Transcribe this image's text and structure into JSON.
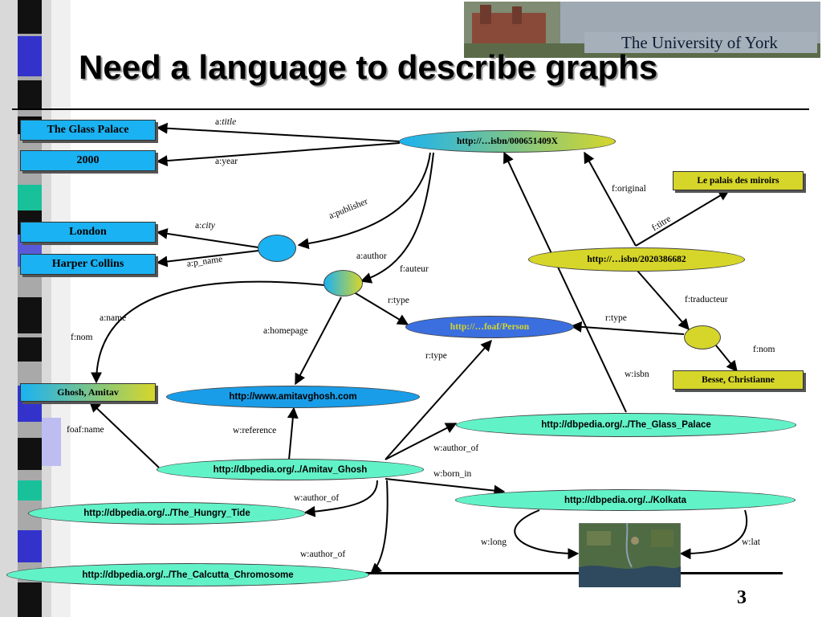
{
  "slide": {
    "title": "Need a language to describe graphs",
    "page_number": "3",
    "logo_text": "The University of York"
  },
  "colors": {
    "literal_box": "#1ab2f2",
    "french_literal_box": "#d6d62a",
    "dbpedia_node": "#62f2c8",
    "foaf_person_node": "#3b6fe0",
    "edge": "#000000"
  },
  "nodes": {
    "isbn_000651409X": "http://…isbn/000651409X",
    "isbn_2020386682": "http://…isbn/2020386682",
    "foaf_person": "http://…foaf/Person",
    "amitavghosh_com": "http://www.amitavghosh.com",
    "dbpedia_glass_palace": "http://dbpedia.org/../The_Glass_Palace",
    "dbpedia_amitav_ghosh": "http://dbpedia.org/../Amitav_Ghosh",
    "dbpedia_kolkata": "http://dbpedia.org/../Kolkata",
    "dbpedia_hungry_tide": "http://dbpedia.org/../The_Hungry_Tide",
    "dbpedia_calcutta_chromosome": "http://dbpedia.org/../The_Calcutta_Chromosome"
  },
  "literals": {
    "glass_palace": "The Glass Palace",
    "year_2000": "2000",
    "london": "London",
    "harper_collins": "Harper Collins",
    "ghosh_amitav": "Ghosh, Amitav",
    "le_palais": "Le palais des miroirs",
    "besse": "Besse, Christianne"
  },
  "edge_labels": {
    "a_title_prefix": "a:",
    "a_title_italic": "title",
    "a_year": "a:year",
    "a_publisher": "a:publisher",
    "a_city_prefix": "a:",
    "a_city_italic": "city",
    "a_p_name": "a:p_name",
    "a_author": "a:author",
    "f_auteur": "f:auteur",
    "r_type_1": "r:type",
    "a_name": "a:name",
    "f_nom_1": "f:nom",
    "a_homepage": "a:homepage",
    "r_type_2": "r:type",
    "f_original": "f:original",
    "f_titre": "f:titre",
    "f_traducteur": "f:traducteur",
    "r_type_3": "r:type",
    "f_nom_2": "f:nom",
    "w_isbn": "w:isbn",
    "foaf_name": "foaf:name",
    "w_reference": "w:reference",
    "w_author_of_1": "w:author_of",
    "w_born_in": "w:born_in",
    "w_author_of_2": "w:author_of",
    "w_author_of_3": "w:author_of",
    "w_long": "w:long",
    "w_lat": "w:lat"
  }
}
